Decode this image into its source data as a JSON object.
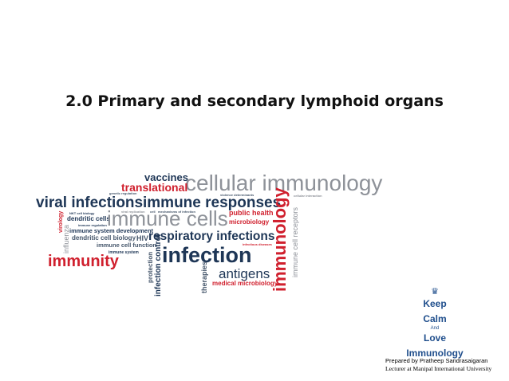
{
  "slide": {
    "title": "2.0 Primary and secondary lymphoid organs"
  },
  "wordcloud": {
    "colors": {
      "gray": "#8e9299",
      "navy": "#1e3656",
      "red": "#d0202e",
      "slate": "#45566b"
    },
    "words": {
      "vaccines": "vaccines",
      "cellular_immunology": "cellular immunology",
      "translational": "translational",
      "viral_infections": "viral infections",
      "immune_responses": "immune responses",
      "immune_cells": "immune cells",
      "public_health": "public health",
      "microbiology": "microbiology",
      "dendritic_cells": "dendritic cells",
      "immune_system_development": "immune system development",
      "dendritic_cell_biology": "dendritic cell biology",
      "hiv": "HIV",
      "respiratory_infections": "respiratory infections",
      "immune_cell_function": "immune cell function",
      "immune_system": "immune system",
      "immunity": "immunity",
      "infection": "infection",
      "antigens": "antigens",
      "medical_microbiology": "medical microbiology",
      "immunology": "immunology",
      "immune_cell_receptors": "immune cell receptors",
      "influenza": "influenza",
      "virology": "virology",
      "protection": "protection",
      "infection_control": "infection control",
      "therapies": "therapies",
      "infectious_diseases": "infectious diseases",
      "genetic_regulation": "genetic regulation",
      "violence_determinants": "violence determinants",
      "cellular_interaction": "cellular interaction",
      "viral_replication": "viral replication",
      "cell": "cell",
      "mechanisms_of_infection": "mechanisms of infection",
      "nkt_cell_biology": "NKT cell biology",
      "immune_regulation": "immune regulation"
    }
  },
  "footer": {
    "keep_calm": {
      "keep": "Keep",
      "calm": "Calm",
      "and": "And",
      "love": "Love",
      "subject": "Immunology"
    },
    "credit_line1": "Prepared by Pratheep Sandrasaigaran",
    "credit_line2": "Lecturer at Manipal International University"
  }
}
